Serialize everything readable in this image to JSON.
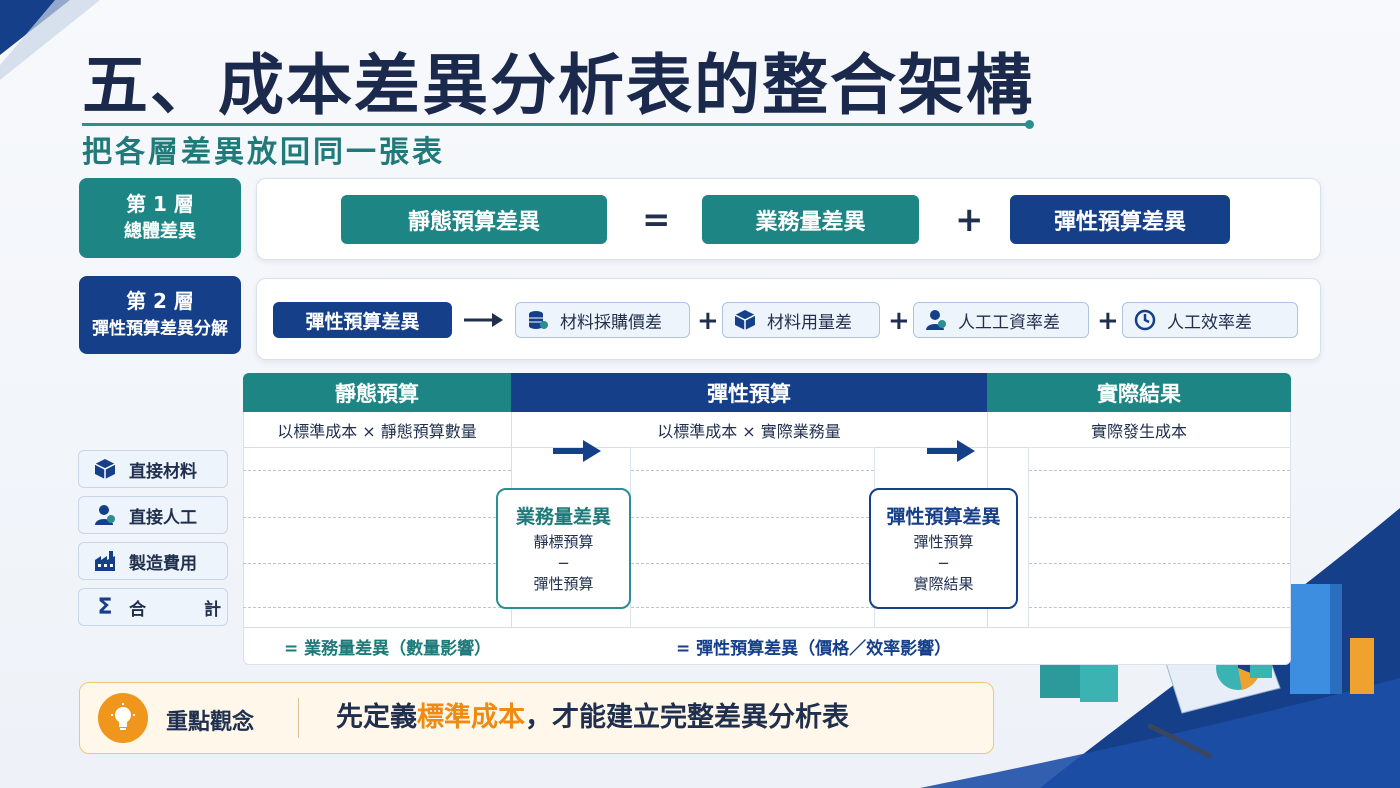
{
  "title": "五、成本差異分析表的整合架構",
  "subtitle": "把各層差異放回同一張表",
  "layer1": {
    "tab_line1": "第 1 層",
    "tab_line2": "總體差異",
    "static_variance": "靜態預算差異",
    "equals": "=",
    "volume_variance": "業務量差異",
    "plus": "+",
    "flexible_variance": "彈性預算差異"
  },
  "layer2": {
    "tab_line1": "第 2 層",
    "tab_line2": "彈性預算差異分解",
    "flexible_variance": "彈性預算差異",
    "components": [
      {
        "label": "材料採購價差",
        "icon": "coins-icon"
      },
      {
        "label": "材料用量差",
        "icon": "cube-icon"
      },
      {
        "label": "人工工資率差",
        "icon": "worker-icon"
      },
      {
        "label": "人工效率差",
        "icon": "clock-icon"
      }
    ],
    "plus": "+"
  },
  "table": {
    "columns": [
      {
        "header": "靜態預算",
        "subheader": "以標準成本 × 靜態預算數量"
      },
      {
        "header": "彈性預算",
        "subheader": "以標準成本 × 實際業務量"
      },
      {
        "header": "實際結果",
        "subheader": "實際發生成本"
      }
    ],
    "rows": [
      {
        "label": "直接材料",
        "icon": "cube-icon"
      },
      {
        "label": "直接人工",
        "icon": "worker-icon"
      },
      {
        "label": "製造費用",
        "icon": "factory-icon"
      },
      {
        "label": "合",
        "label2": "計",
        "icon": "sigma-icon"
      }
    ],
    "volume_box": {
      "title": "業務量差異",
      "line1": "靜標預算",
      "line2": "−",
      "line3": "彈性預算"
    },
    "flex_box": {
      "title": "彈性預算差異",
      "line1": "彈性預算",
      "line2": "−",
      "line3": "實際結果"
    },
    "footer_left": "= 業務量差異（數量影響）",
    "footer_right": "= 彈性預算差異（價格／效率影響）"
  },
  "banner": {
    "label": "重點觀念",
    "msg_before": "先定義",
    "msg_highlight": "標準成本",
    "msg_after": "，才能建立完整差異分析表"
  },
  "colors": {
    "teal": "#1e8585",
    "navy": "#163f8a",
    "orange": "#ef8a12",
    "title": "#1b2a4c"
  }
}
